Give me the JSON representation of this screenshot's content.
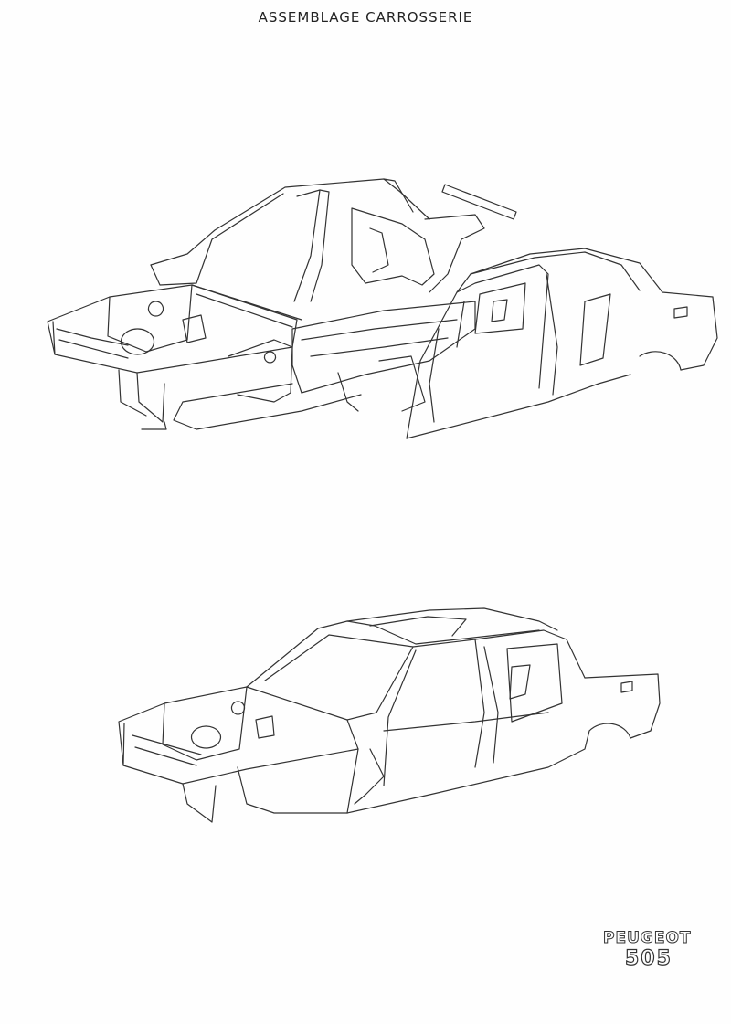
{
  "document": {
    "title": "ASSEMBLAGE CARROSSERIE",
    "brand": {
      "name": "PEUGEOT",
      "model": "505"
    }
  },
  "figures": [
    {
      "icon": "exploded-car-body-assembly-drawing"
    },
    {
      "icon": "assembled-car-body-shell-drawing"
    }
  ]
}
